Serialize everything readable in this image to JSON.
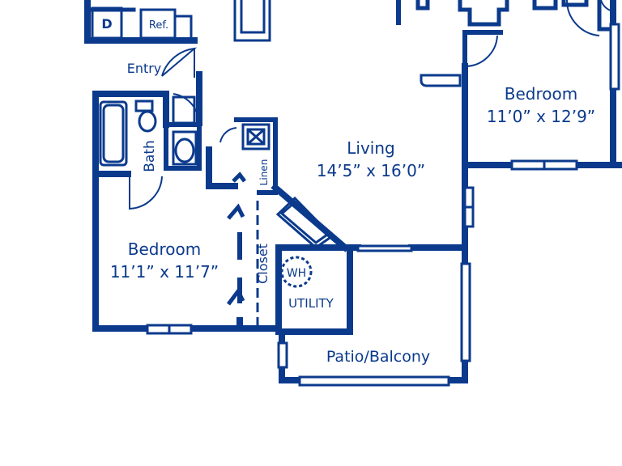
{
  "plan": {
    "wall_color": "#0b3a8c",
    "appliances": {
      "dryer": "D",
      "fridge": "Ref."
    },
    "rooms": {
      "entry": {
        "name": "Entry"
      },
      "bath": {
        "name": "Bath"
      },
      "linen": {
        "name": "Linen"
      },
      "living": {
        "name": "Living",
        "dims": "14’5” x 16’0”"
      },
      "bedroom_right": {
        "name": "Bedroom",
        "dims": "11’0” x 12’9”"
      },
      "bedroom_left": {
        "name": "Bedroom",
        "dims": "11’1” x 11’7”"
      },
      "closet": {
        "name": "Closet"
      },
      "water_heater": {
        "name": "WH"
      },
      "utility": {
        "name": "UTILITY"
      },
      "patio": {
        "name": "Patio/Balcony"
      }
    }
  }
}
